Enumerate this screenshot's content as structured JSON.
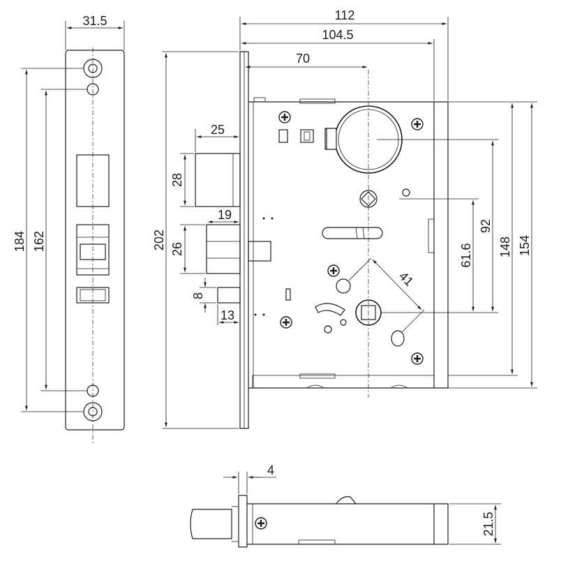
{
  "dimensions": {
    "d31_5": "31.5",
    "d112": "112",
    "d104_5": "104.5",
    "d70": "70",
    "d25": "25",
    "d28": "28",
    "d19": "19",
    "d26": "26",
    "d8": "8",
    "d13": "13",
    "d41": "41",
    "d184": "184",
    "d162": "162",
    "d202": "202",
    "d61_6": "61.6",
    "d92": "92",
    "d148": "148",
    "d154": "154",
    "d4": "4",
    "d21_5": "21.5"
  },
  "colors": {
    "line": "#1a1a1a",
    "background": "#ffffff"
  }
}
